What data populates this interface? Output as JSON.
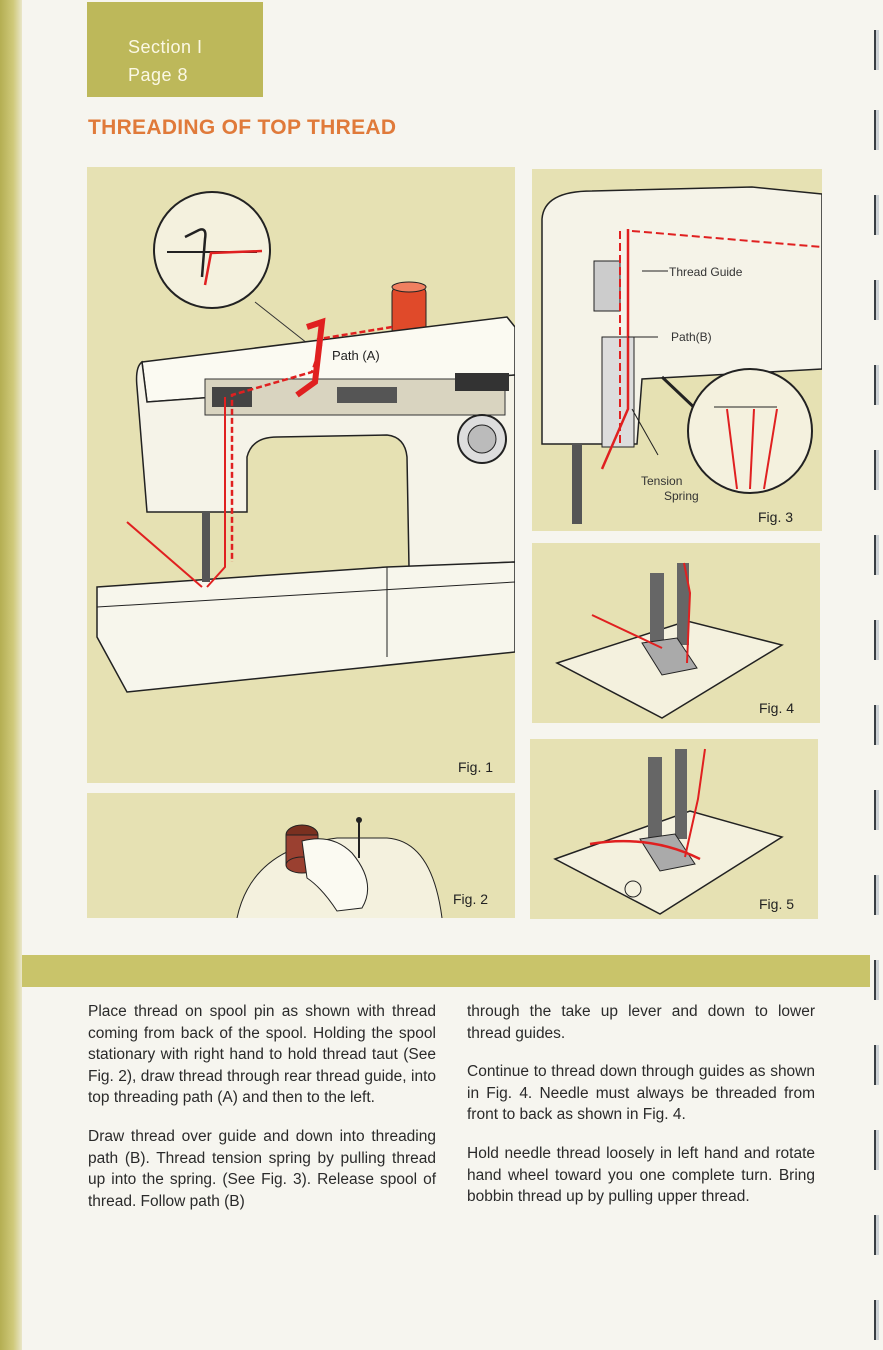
{
  "header": {
    "section": "Section I",
    "page": "Page 8",
    "title": "THREADING OF TOP THREAD"
  },
  "figures": {
    "fig1": {
      "label": "Fig. 1",
      "path_label": "Path (A)"
    },
    "fig2": {
      "label": "Fig. 2"
    },
    "fig3": {
      "label": "Fig. 3",
      "thread_guide": "Thread Guide",
      "path_b": "Path(B)",
      "tension": "Tension",
      "spring": "Spring"
    },
    "fig4": {
      "label": "Fig. 4"
    },
    "fig5": {
      "label": "Fig. 5"
    }
  },
  "body": {
    "left": [
      "Place thread on spool pin as shown with thread coming from back of the spool. Holding the spool stationary with right hand to hold thread taut (See Fig. 2), draw thread through rear thread guide, into top threading path (A) and then to the left.",
      "Draw thread over guide and down into threading path (B). Thread tension spring by pulling thread up into the spring. (See Fig. 3). Release spool of thread. Follow path (B)"
    ],
    "right": [
      "through the take up lever and down to lower thread guides.",
      "Continue to thread down through guides as shown in Fig. 4. Needle must always be threaded from front to back as shown in Fig. 4.",
      "Hold needle thread loosely in left hand and rotate hand wheel toward you one complete turn. Bring bobbin thread up by pulling upper thread."
    ]
  },
  "colors": {
    "panel": "#e6e1b3",
    "accent_olive": "#bdb85a",
    "title_orange": "#e07a3a",
    "thread_red": "#e02020"
  }
}
